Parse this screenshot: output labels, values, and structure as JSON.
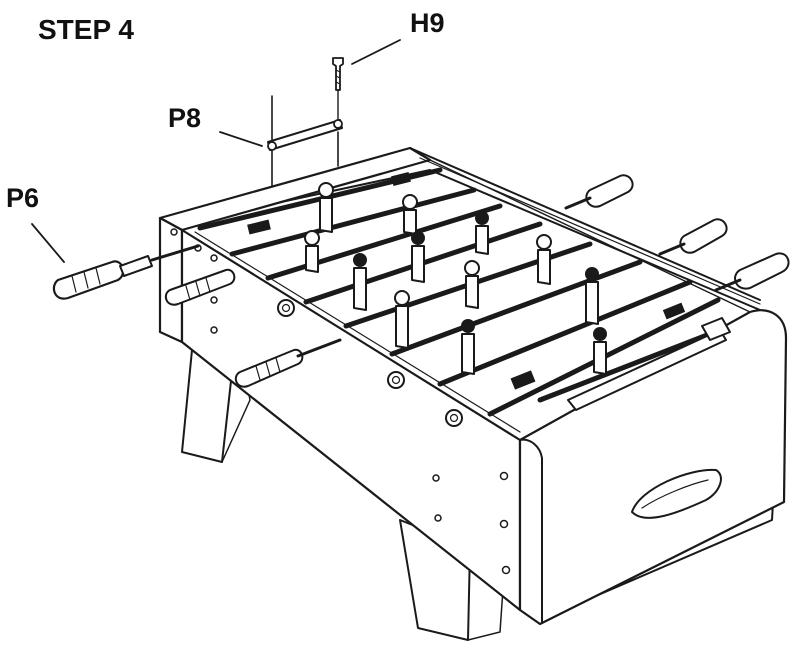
{
  "step_title": "STEP 4",
  "parts": {
    "h9": "H9",
    "p8": "P8",
    "p6": "P6"
  },
  "colors": {
    "ink": "#1a1a1a",
    "paper": "#ffffff",
    "shade": "#cfcfcf"
  }
}
